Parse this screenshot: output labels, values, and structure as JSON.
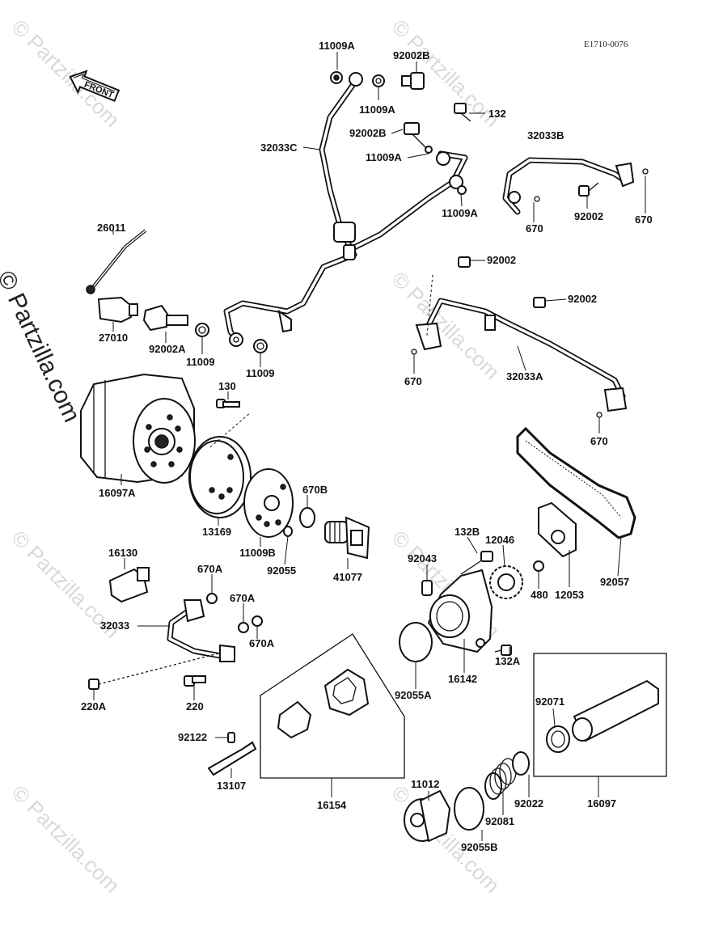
{
  "diagram_code": "E1710-0076",
  "front_label": "FRONT",
  "watermark": "© Partzilla.com",
  "parts": {
    "p11009A_top": "11009A",
    "p92002B_top": "92002B",
    "p11009A_b": "11009A",
    "p132": "132",
    "p92002B_mid": "92002B",
    "p32033C": "32033C",
    "p11009A_c": "11009A",
    "p32033B": "32033B",
    "p11009A_d": "11009A",
    "p92002_b": "92002",
    "p670_a": "670",
    "p670_b": "670",
    "p26011": "26011",
    "p92002_c": "92002",
    "p92002_d": "92002",
    "p27010": "27010",
    "p92002A": "92002A",
    "p11009_a": "11009",
    "p11009_b": "11009",
    "p670_c": "670",
    "p32033A": "32033A",
    "p130": "130",
    "p670_d": "670",
    "p16097A": "16097A",
    "p670B": "670B",
    "p13169": "13169",
    "p11009B": "11009B",
    "p92055": "92055",
    "p41077": "41077",
    "p132B": "132B",
    "p12046": "12046",
    "p16130": "16130",
    "p92043": "92043",
    "p480": "480",
    "p12053": "12053",
    "p92057": "92057",
    "p670A_a": "670A",
    "p670A_b": "670A",
    "p670A_c": "670A",
    "p32033": "32033",
    "p132A": "132A",
    "p16142": "16142",
    "p220A": "220A",
    "p220": "220",
    "p92055A": "92055A",
    "p92071": "92071",
    "p92122": "92122",
    "p13107": "13107",
    "p11012": "11012",
    "p92022": "92022",
    "p92081": "92081",
    "p16154": "16154",
    "p16097": "16097",
    "p92055B": "92055B"
  }
}
